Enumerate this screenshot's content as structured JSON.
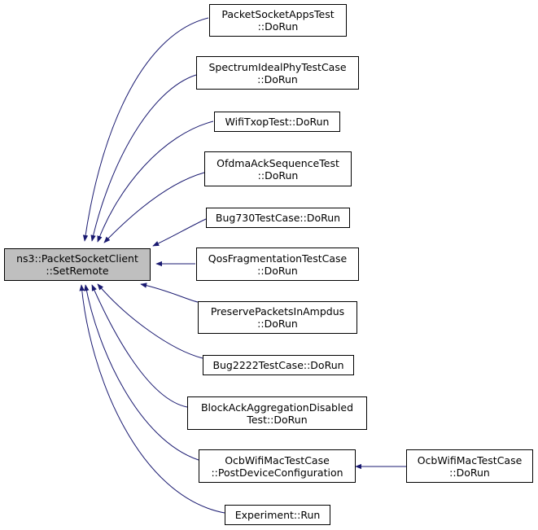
{
  "colors": {
    "edge": "#191970",
    "root_fill": "#bfbfbf",
    "node_fill": "#ffffff",
    "border": "#000000"
  },
  "nodes": {
    "root": {
      "line1": "ns3::PacketSocketClient",
      "line2": "::SetRemote"
    },
    "n1": {
      "line1": "PacketSocketAppsTest",
      "line2": "::DoRun"
    },
    "n2": {
      "line1": "SpectrumIdealPhyTestCase",
      "line2": "::DoRun"
    },
    "n3": {
      "line1": "WifiTxopTest::DoRun"
    },
    "n4": {
      "line1": "OfdmaAckSequenceTest",
      "line2": "::DoRun"
    },
    "n5": {
      "line1": "Bug730TestCase::DoRun"
    },
    "n6": {
      "line1": "QosFragmentationTestCase",
      "line2": "::DoRun"
    },
    "n7": {
      "line1": "PreservePacketsInAmpdus",
      "line2": "::DoRun"
    },
    "n8": {
      "line1": "Bug2222TestCase::DoRun"
    },
    "n9": {
      "line1": "BlockAckAggregationDisabled",
      "line2": "Test::DoRun"
    },
    "n10": {
      "line1": "OcbWifiMacTestCase",
      "line2": "::PostDeviceConfiguration"
    },
    "n11": {
      "line1": "Experiment::Run"
    },
    "n12": {
      "line1": "OcbWifiMacTestCase",
      "line2": "::DoRun"
    }
  }
}
